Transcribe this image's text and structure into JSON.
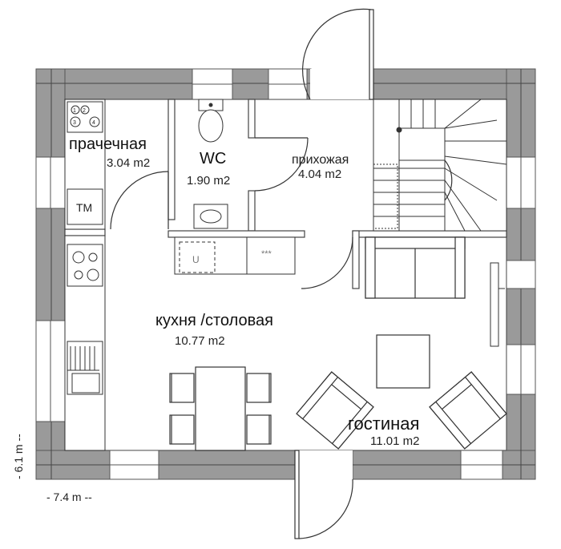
{
  "rooms": {
    "laundry": {
      "name": "прачечная",
      "area": "3.04 m2"
    },
    "wc": {
      "name": "WC",
      "area": "1.90 m2"
    },
    "hall": {
      "name": "прихожая",
      "area": "4.04 m2"
    },
    "kitchen": {
      "name": "кухня /столовая",
      "area": "10.77 m2"
    },
    "living": {
      "name": "гостиная",
      "area": "11.01 m2"
    }
  },
  "fixtures": {
    "tm_label": "TM",
    "washer_label": "U",
    "cabinet_label": "***",
    "stove_burners": [
      "1",
      "2",
      "3",
      "4"
    ]
  },
  "dimensions": {
    "width": "- 7.4 m --",
    "height": "- 6.1 m --"
  },
  "colors": {
    "wall_fill": "#9a9a9a",
    "wall_edge": "#555555",
    "line": "#333333",
    "background": "#ffffff"
  }
}
